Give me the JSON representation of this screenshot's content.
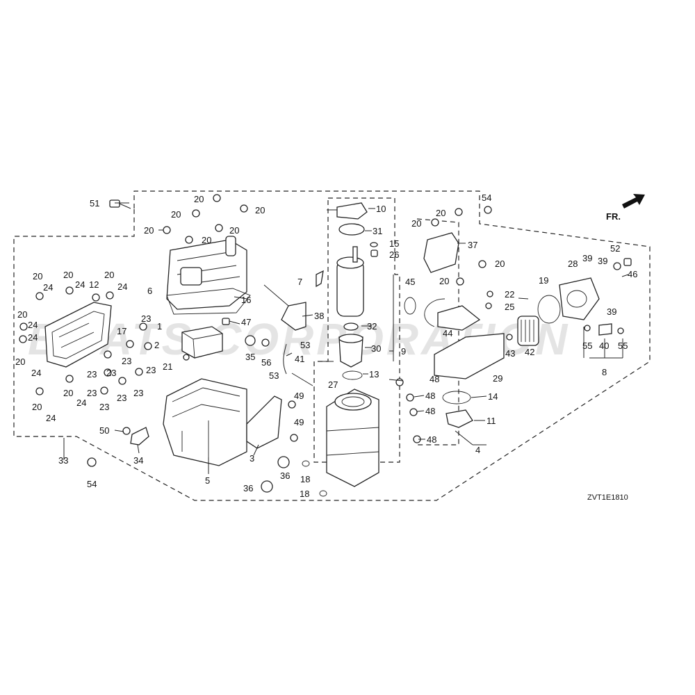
{
  "watermark": "BOATS CORPORATION",
  "fr_label": "FR.",
  "diagram_code": "ZVT1E1810",
  "callouts": {
    "c51": "51",
    "c20a": "20",
    "c20b": "20",
    "c20c": "20",
    "c20d": "20",
    "c20e": "20",
    "c20f": "20",
    "c6": "6",
    "c16": "16",
    "c7": "7",
    "c38": "38",
    "c10": "10",
    "c31": "31",
    "c15": "15",
    "c26": "26",
    "c32": "32",
    "c30": "30",
    "c13": "13",
    "c9": "9",
    "c54a": "54",
    "c20g": "20",
    "c20h": "20",
    "c37": "37",
    "c20i": "20",
    "c20j": "20",
    "c45": "45",
    "c22": "22",
    "c25": "25",
    "c44": "44",
    "c43": "43",
    "c29": "29",
    "c19": "19",
    "c28": "28",
    "c39a": "39",
    "c39b": "39",
    "c39c": "39",
    "c52": "52",
    "c46": "46",
    "c42": "42",
    "c55a": "55",
    "c40": "40",
    "c55b": "55",
    "c8": "8",
    "c20k": "20",
    "c24a": "24",
    "c20l": "20",
    "c24b": "24",
    "c12": "12",
    "c20m": "20",
    "c24c": "24",
    "c20n": "20",
    "c24d": "24",
    "c24e": "24",
    "c17": "17",
    "c20o": "20",
    "c24f": "24",
    "c23a": "23",
    "c1": "1",
    "c2": "2",
    "c21": "21",
    "c23b": "23",
    "c23c": "23",
    "c23d": "23",
    "c23e": "23",
    "c23f": "23",
    "c23g": "23",
    "c23h": "23",
    "c20p": "20",
    "c24g": "24",
    "c20q": "20",
    "c24h": "24",
    "c47": "47",
    "c35": "35",
    "c56": "56",
    "c53a": "53",
    "c41": "41",
    "c53b": "53",
    "c27": "27",
    "c48a": "48",
    "c48b": "48",
    "c48c": "48",
    "c48d": "48",
    "c14": "14",
    "c11": "11",
    "c4": "4",
    "c49a": "49",
    "c49b": "49",
    "c3": "3",
    "c36a": "36",
    "c36b": "36",
    "c18a": "18",
    "c18b": "18",
    "c50": "50",
    "c34": "34",
    "c5": "5",
    "c33": "33",
    "c54b": "54"
  }
}
